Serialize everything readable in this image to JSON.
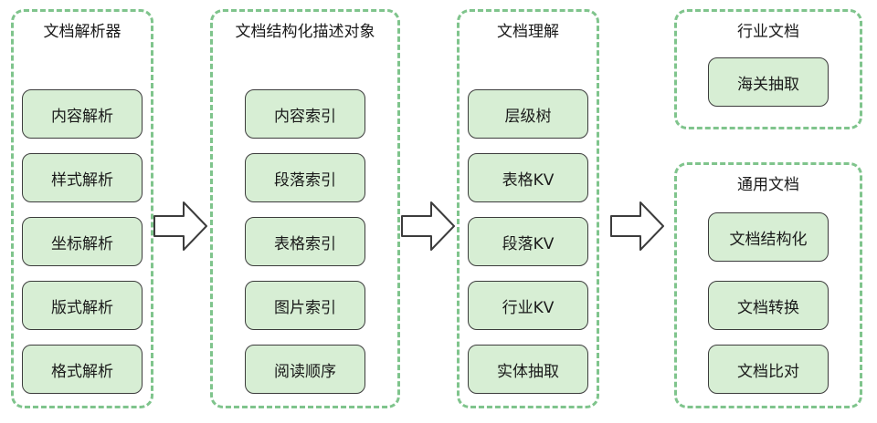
{
  "groups": [
    {
      "title": "文档解析器",
      "items": [
        "内容解析",
        "样式解析",
        "坐标解析",
        "版式解析",
        "格式解析"
      ]
    },
    {
      "title": "文档结构化描述对象",
      "items": [
        "内容索引",
        "段落索引",
        "表格索引",
        "图片索引",
        "阅读顺序"
      ]
    },
    {
      "title": "文档理解",
      "items": [
        "层级树",
        "表格KV",
        "段落KV",
        "行业KV",
        "实体抽取"
      ]
    },
    {
      "title": "行业文档",
      "items": [
        "海关抽取"
      ]
    },
    {
      "title": "通用文档",
      "items": [
        "文档结构化",
        "文档转换",
        "文档比对"
      ]
    }
  ],
  "colors": {
    "border": "#7fc48c",
    "node_fill": "#d7eed4",
    "node_border": "#3c3c3c",
    "arrow": "#3c3c3c"
  }
}
